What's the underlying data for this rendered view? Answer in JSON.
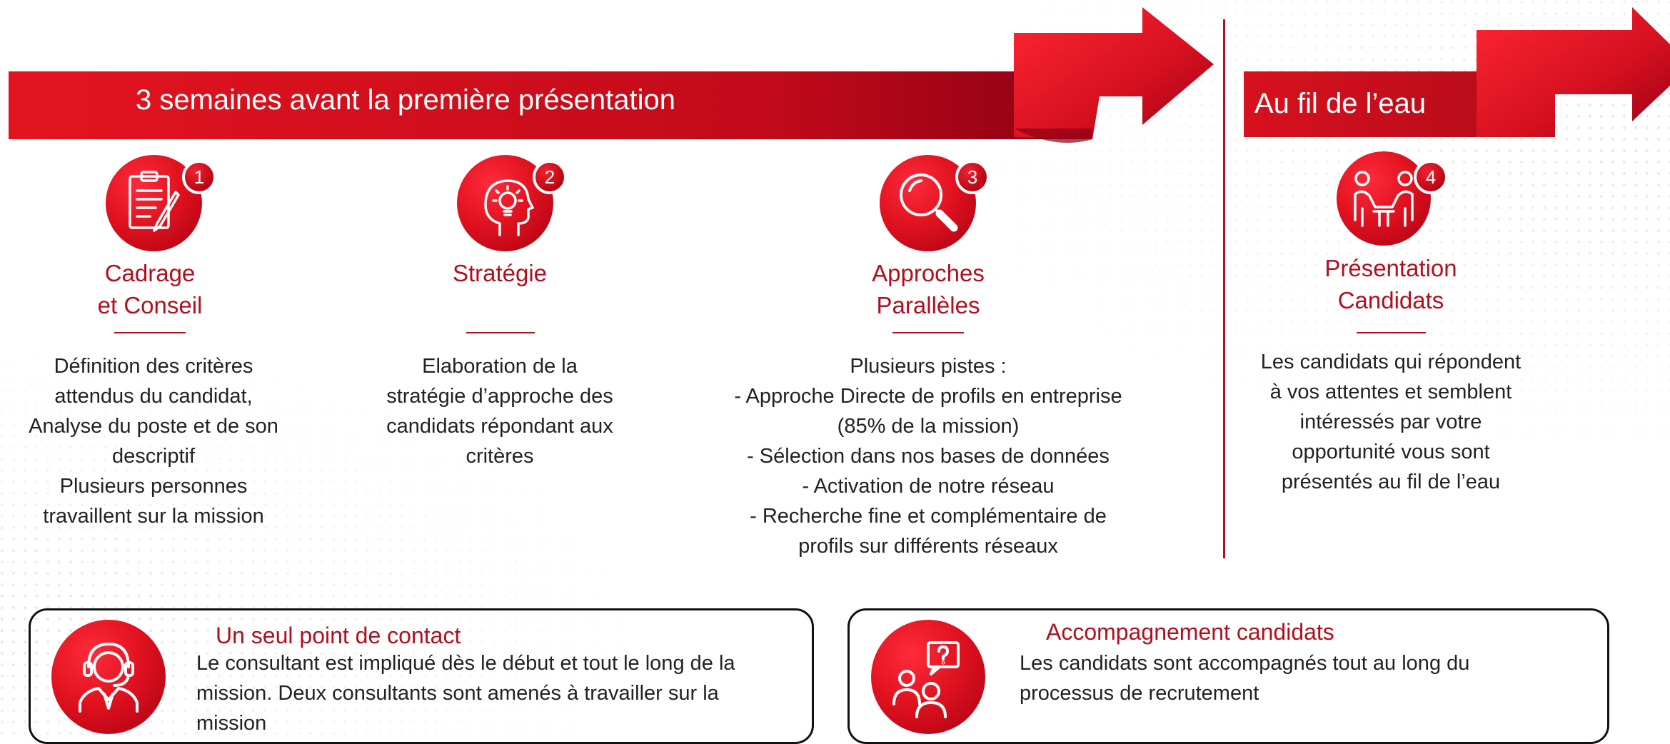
{
  "colors": {
    "accent": "#b10f1f",
    "bright_red": "#e1121f",
    "dark_red": "#8f0010"
  },
  "banner_left": {
    "title": "3 semaines avant la première présentation"
  },
  "banner_right": {
    "title": "Au fil de l’eau"
  },
  "steps": [
    {
      "number": "1",
      "icon": "clipboard-pen-icon",
      "title_lines": [
        "Cadrage",
        "et Conseil"
      ],
      "description": "Définition des critères\nattendus du candidat,\nAnalyse du poste et de son\ndescriptif\nPlusieurs personnes\ntravaillent sur la mission"
    },
    {
      "number": "2",
      "icon": "head-lightbulb-icon",
      "title_lines": [
        "Stratégie"
      ],
      "description": "Elaboration de la\nstratégie d’approche des\ncandidats répondant aux\ncritères"
    },
    {
      "number": "3",
      "icon": "magnifier-icon",
      "title_lines": [
        "Approches",
        "Parallèles"
      ],
      "description": "Plusieurs pistes :\n- Approche Directe de profils en entreprise\n(85% de la mission)\n- Sélection dans nos bases de données\n- Activation de notre réseau\n- Recherche fine et complémentaire de\nprofils sur différents réseaux"
    },
    {
      "number": "4",
      "icon": "meeting-people-icon",
      "title_lines": [
        "Présentation",
        "Candidats"
      ],
      "description": "Les candidats qui répondent\nà vos attentes et semblent\nintéressés par votre\nopportunité vous sont\nprésentés au fil de l’eau"
    }
  ],
  "info_boxes": [
    {
      "icon": "headset-agent-icon",
      "title": "Un seul point de contact",
      "text": "Le consultant est impliqué dès le début et tout le long de la mission. Deux consultants sont amenés à travailler sur la mission"
    },
    {
      "icon": "people-question-icon",
      "title": "Accompagnement candidats",
      "text": "Les candidats sont accompagnés tout au long du processus de recrutement"
    }
  ]
}
